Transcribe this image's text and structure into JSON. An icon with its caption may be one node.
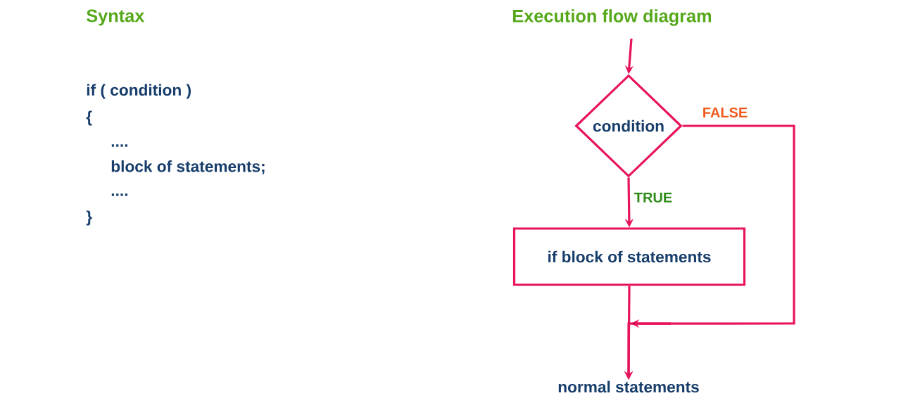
{
  "diagram": {
    "nodes": [
      {
        "text": [
          "condition"
        ]
      },
      {
        "text": [
          "if block of statements"
        ]
      },
      {
        "text": [
          "normal statements"
        ]
      }
    ],
    "edges": [
      {
        "from": null,
        "to": 0,
        "arrow": "to"
      },
      {
        "from": 0,
        "to": 1,
        "arrow": "to",
        "label": "TRUE"
      },
      {
        "from": 0,
        "to": 2,
        "arrow": "to",
        "label": "FALSE"
      },
      {
        "from": 1,
        "to": 2,
        "arrow": "to"
      }
    ],
    "labels": [
      "Syntax",
      "Execution flow diagram",
      "if ( condition )",
      "{",
      "....",
      "block of statements;",
      "....",
      "}"
    ]
  }
}
